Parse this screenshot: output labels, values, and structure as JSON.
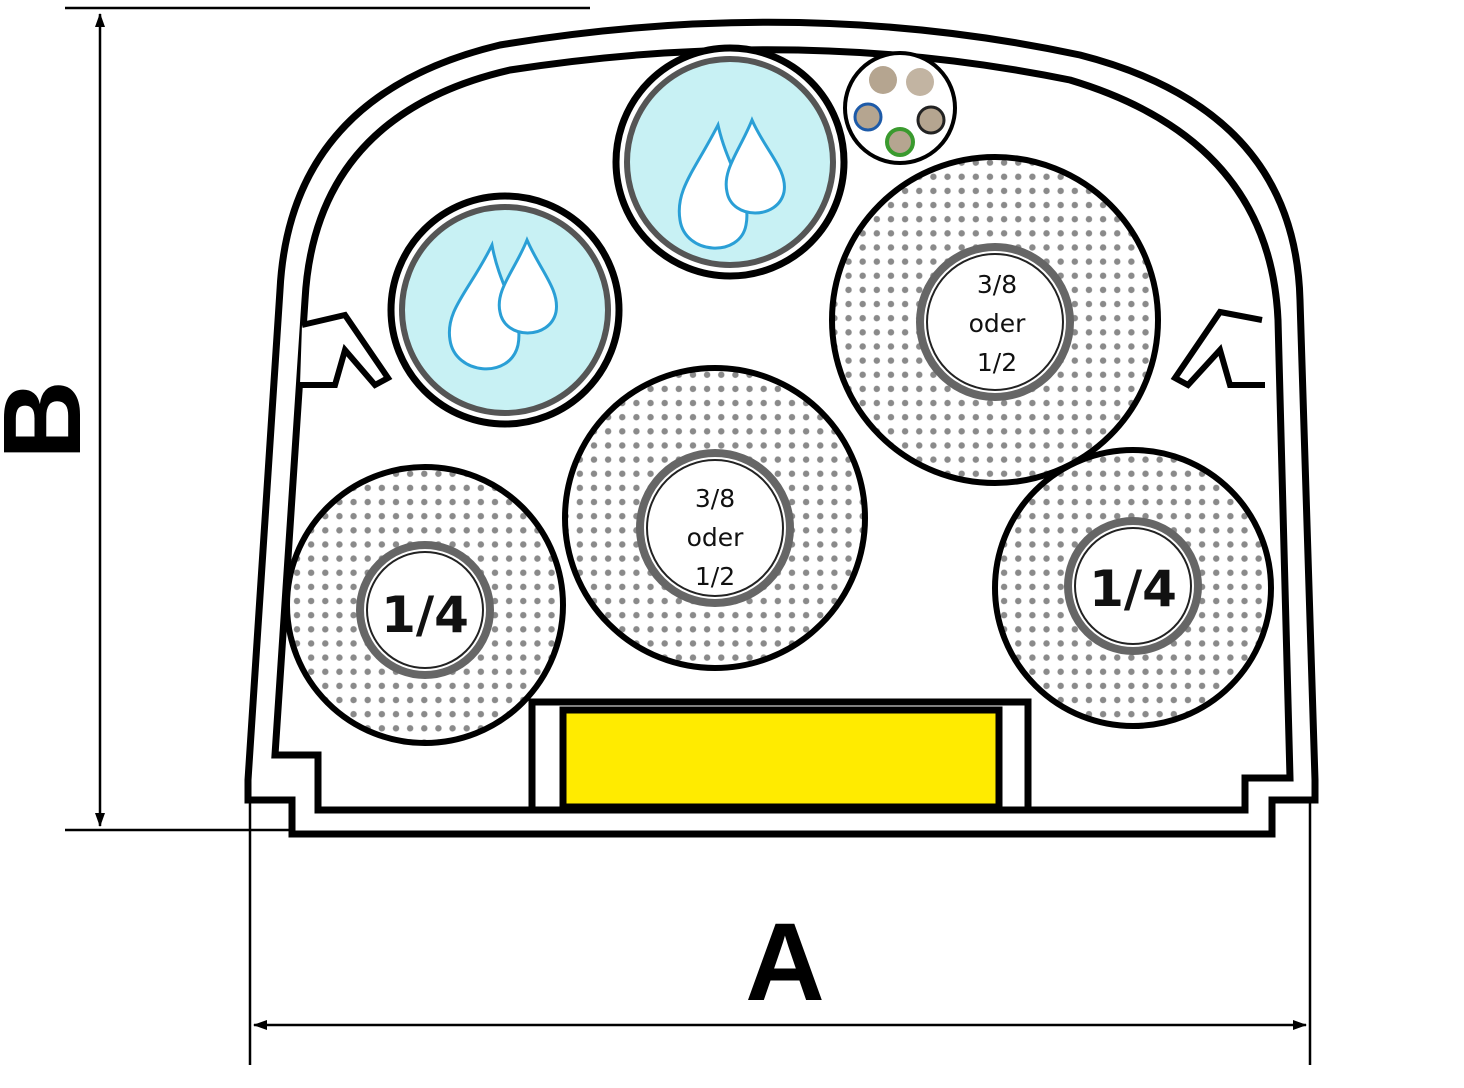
{
  "dimensions": {
    "width_label": "A",
    "height_label": "B"
  },
  "ports": {
    "upper_right": {
      "line1": "3/8",
      "line2": "oder",
      "line3": "1/2"
    },
    "center": {
      "line1": "3/8",
      "line2": "oder",
      "line3": "1/2"
    },
    "lower_left": {
      "label": "1/4"
    },
    "lower_right": {
      "label": "1/4"
    }
  },
  "colors": {
    "water": "#c8f1f4",
    "drop": "#2a9fd6",
    "seal": "#ffeb00",
    "cable_core": "#b5a590"
  }
}
